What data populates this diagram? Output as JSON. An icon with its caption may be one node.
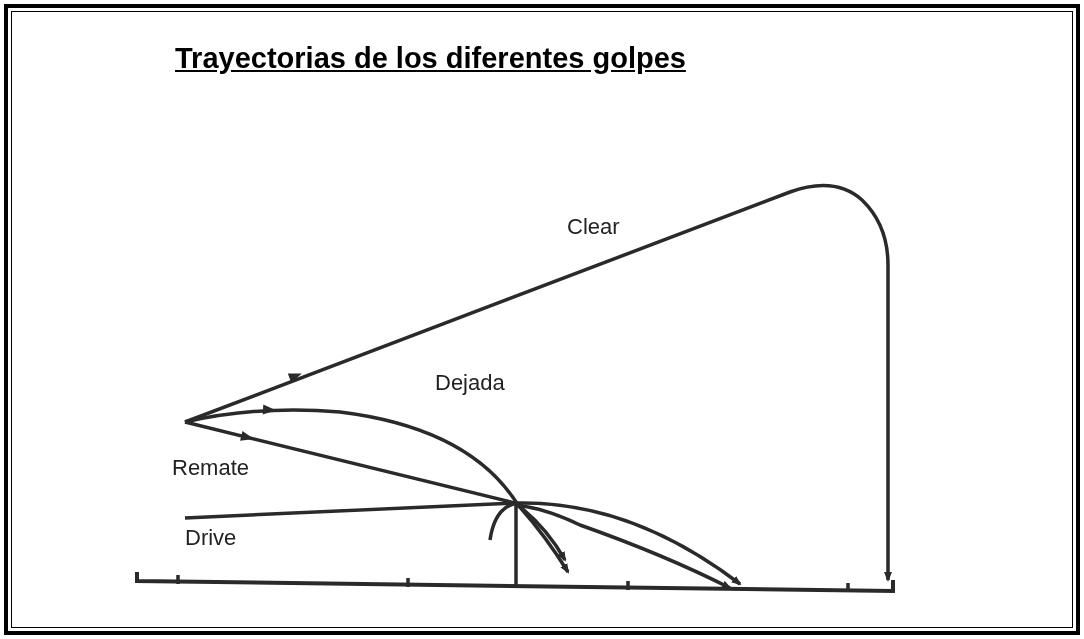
{
  "diagram": {
    "title": "Trayectorias de los diferentes golpes",
    "labels": [
      "Clear",
      "Dejada",
      "Remate",
      "Drive"
    ]
  }
}
